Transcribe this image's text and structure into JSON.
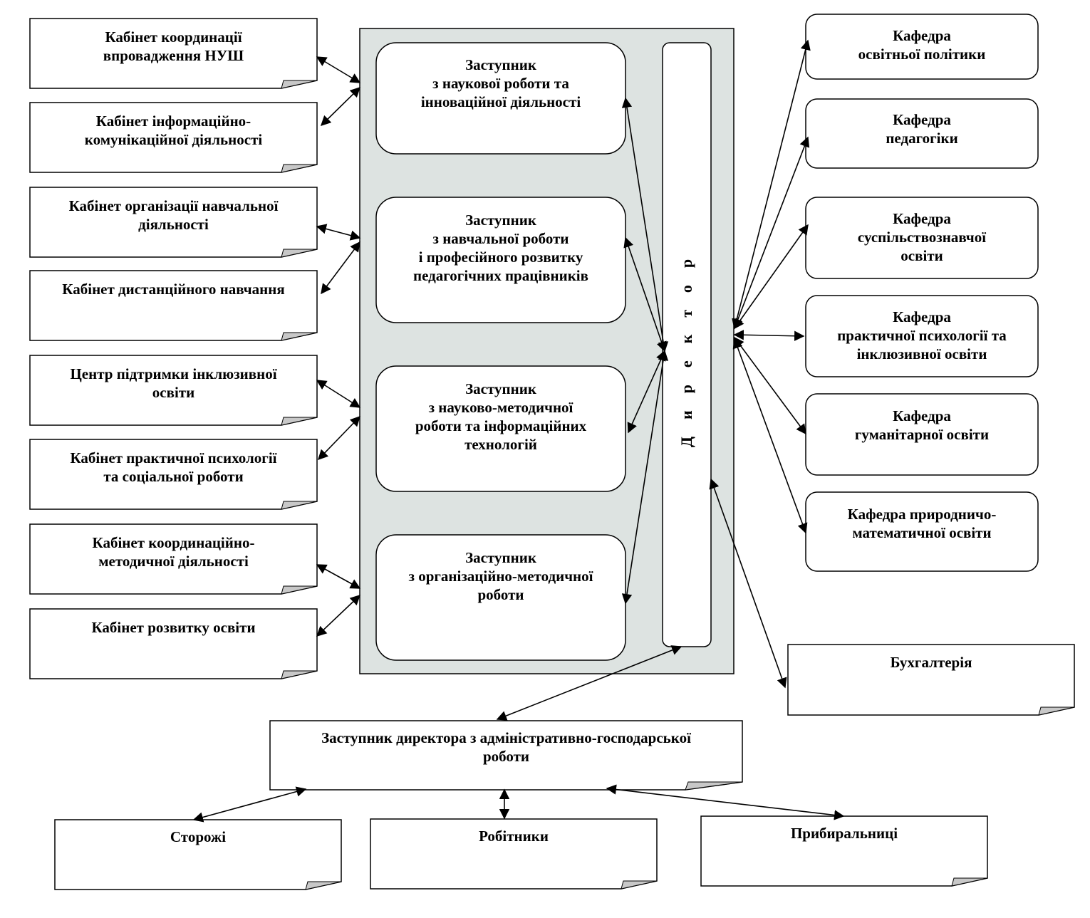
{
  "left_units": [
    "Кабінет координації\nвпровадження НУШ",
    "Кабінет інформаційно-\nкомунікаційної діяльності",
    "Кабінет організації навчальної\nдіяльності",
    "Кабінет дистанційного навчання",
    "Центр підтримки інклюзивної\nосвіти",
    "Кабінет практичної  психології\nта  соціальної роботи",
    "Кабінет координаційно-\nметодичної діяльності",
    "Кабінет розвитку освіти"
  ],
  "deputies": [
    "Заступник\nз наукової роботи та\nінноваційної діяльності",
    "Заступник\nз навчальної роботи\nі професійного розвитку\nпедагогічних працівників",
    "Заступник\nз науково-методичної\nроботи та інформаційних\nтехнологій",
    "Заступник\nз організаційно-методичної\nроботи"
  ],
  "director": "Директор",
  "departments": [
    "Кафедра\nосвітньої політики",
    "Кафедра\nпедагогіки",
    "Кафедра\nсуспільствознавчої\nосвіти",
    "Кафедра\nпрактичної психології та\nінклюзивної освіти",
    "Кафедра\nгуманітарної освіти",
    "Кафедра природничо-\nматематичної освіти"
  ],
  "accounting": "Бухгалтерія",
  "admin_deputy": "Заступник директора з адміністративно-господарської\nроботи",
  "staff": [
    "Сторожі",
    "Робітники",
    "Прибиральниці"
  ],
  "colors": {
    "panel_fill": "#dde3e1",
    "line": "#000000",
    "fold": "#c8c8c8"
  }
}
